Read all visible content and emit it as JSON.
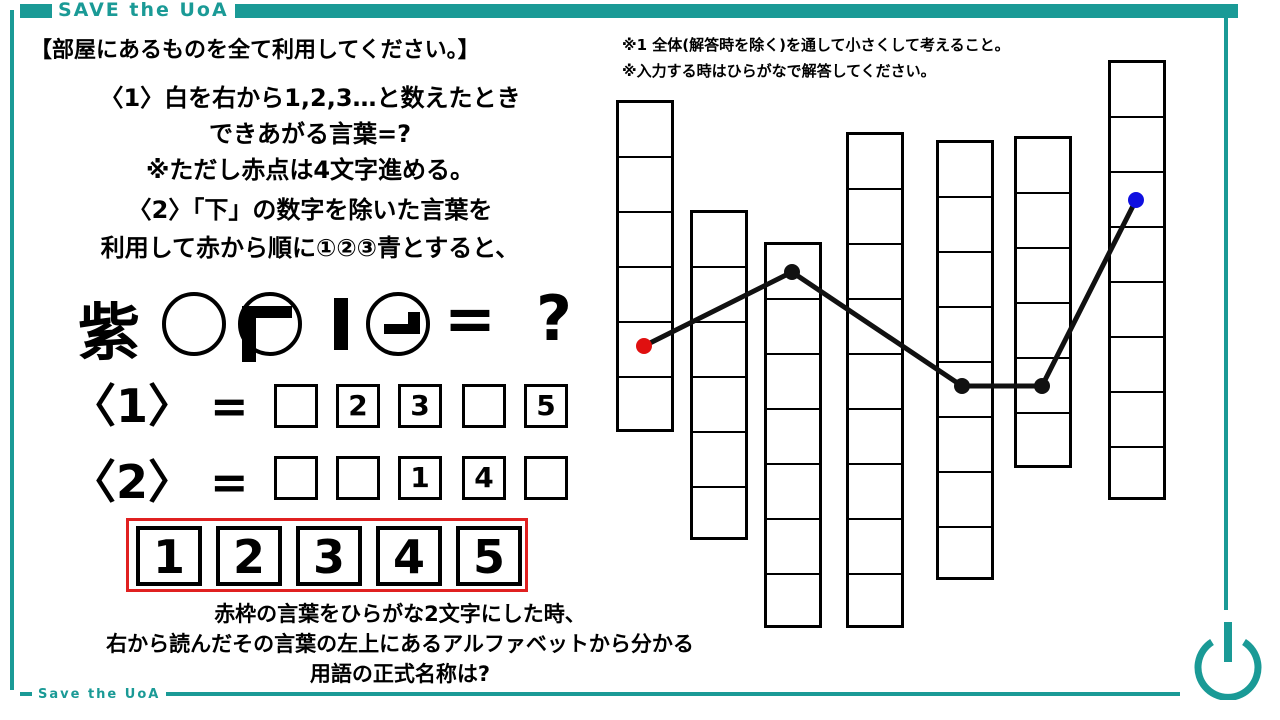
{
  "frame": {
    "logo": "SAVE the UoA",
    "footer": "Save the UoA",
    "accent_color": "#1a9a96",
    "icon": "power-icon"
  },
  "instructions": {
    "title": "【部屋にあるものを全て利用してください。】",
    "note1": "※1 全体(解答時を除く)を通して小さくして考えること。",
    "note2": "※入力する時はひらがなで解答してください。",
    "q1_line1": "〈1〉白を右から1,2,3…と数えたとき",
    "q1_line2": "できあがる言葉=?",
    "q1_line3": "※ただし赤点は4文字進める。",
    "q2_line1": "〈2〉「下」の数字を除いた言葉を",
    "q2_line2": "利用して赤から順に①②③青とすると、"
  },
  "equation": {
    "kanji": "紫",
    "equals": "=",
    "question": "?"
  },
  "answer_rows": [
    {
      "label": "〈1〉 =",
      "boxes": [
        "",
        "2",
        "3",
        "",
        "5"
      ]
    },
    {
      "label": "〈2〉 =",
      "boxes": [
        "",
        "",
        "1",
        "4",
        ""
      ]
    }
  ],
  "red_boxes": [
    "1",
    "2",
    "3",
    "4",
    "5"
  ],
  "bottom": {
    "line1": "赤枠の言葉をひらがな2文字にした時、",
    "line2": "右から読んだその言葉の左上にあるアルファベットから分かる",
    "line3": "用語の正式名称は?"
  },
  "grid": {
    "dot_start_color": "#e01010",
    "dot_end_color": "#1010e0",
    "dot_mid_color": "#111111"
  }
}
